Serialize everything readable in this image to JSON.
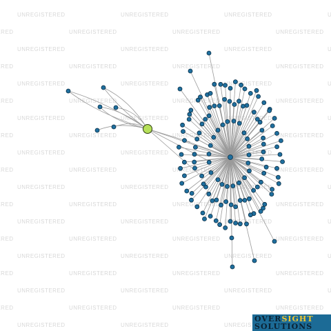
{
  "watermark": {
    "text": "UNREGISTERED"
  },
  "logo": {
    "word1": "OVER",
    "word2": "SIGHT",
    "word3": "SOLUTIONS"
  },
  "colors": {
    "hub": "#b6e05a",
    "node": "#1f6f9e",
    "edge": "#9a9a9a",
    "logo_bg": "#1c6b96",
    "logo_accent": "#f2c830"
  },
  "network": {
    "hub_nodes": [
      "highlighted-entity",
      "central-entity"
    ],
    "left_cluster_node_count": 6,
    "central_cluster_node_count": 130
  }
}
